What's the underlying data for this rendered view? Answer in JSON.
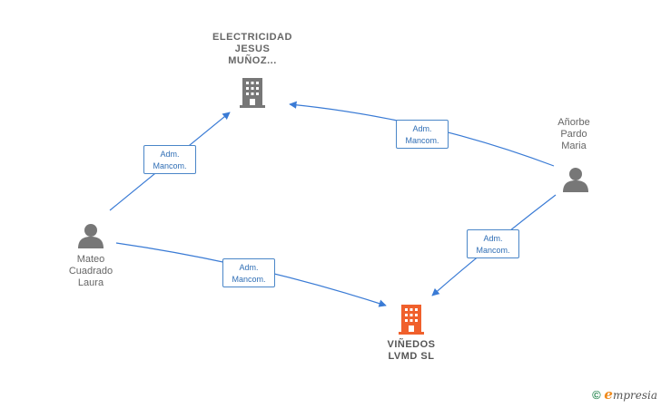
{
  "nodes": {
    "electricidad": {
      "label": "ELECTRICIDAD\nJESUS\nMUÑOZ..."
    },
    "vinedos": {
      "label": "VIÑEDOS\nLVMD  SL"
    },
    "mateo": {
      "label": "Mateo\nCuadrado\nLaura"
    },
    "anorbe": {
      "label": "Añorbe\nPardo\nMaria"
    }
  },
  "edges": [
    {
      "id": "e1",
      "label": "Adm.\nMancom."
    },
    {
      "id": "e2",
      "label": "Adm.\nMancom."
    },
    {
      "id": "e3",
      "label": "Adm.\nMancom."
    },
    {
      "id": "e4",
      "label": "Adm.\nMancom."
    }
  ],
  "colors": {
    "edge": "#3a7bd5",
    "company": "#777777",
    "target": "#f0602c",
    "person": "#777777"
  },
  "footer": {
    "copyright": "©",
    "brand_initial": "e",
    "brand_rest": "mpresia"
  }
}
